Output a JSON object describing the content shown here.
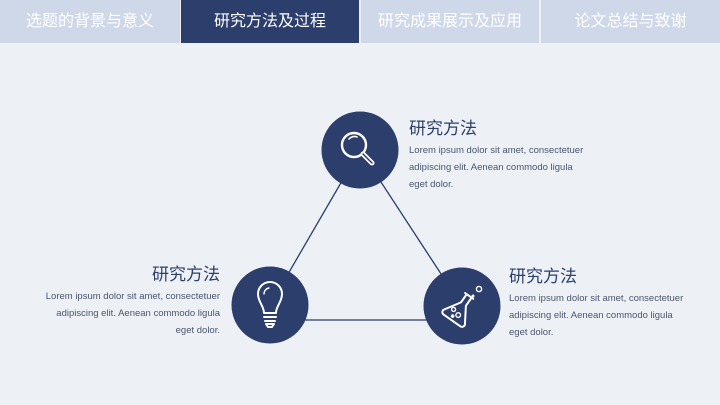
{
  "tabs": [
    {
      "label": "选题的背景与意义",
      "active": false
    },
    {
      "label": "研究方法及过程",
      "active": true
    },
    {
      "label": "研究成果展示及应用",
      "active": false
    },
    {
      "label": "论文总结与致谢",
      "active": false
    }
  ],
  "colors": {
    "background": "#edf1f5",
    "tab_inactive": "#cfd8e8",
    "tab_active": "#2c3e6b",
    "accent": "#2c3e6b",
    "body_text": "#4a5670"
  },
  "nodes": [
    {
      "icon": "magnifier-icon",
      "title": "研究方法",
      "body_lines": [
        "Lorem ipsum dolor sit amet, consectetuer",
        "adipiscing elit. Aenean commodo ligula",
        "eget dolor."
      ]
    },
    {
      "icon": "lightbulb-icon",
      "title": "研究方法",
      "body_lines": [
        "Lorem ipsum dolor sit amet, consectetuer",
        "adipiscing elit. Aenean commodo ligula",
        "eget dolor."
      ]
    },
    {
      "icon": "flask-icon",
      "title": "研究方法",
      "body_lines": [
        "Lorem ipsum dolor sit amet, consectetuer",
        "adipiscing elit. Aenean commodo ligula",
        "eget dolor."
      ]
    }
  ]
}
